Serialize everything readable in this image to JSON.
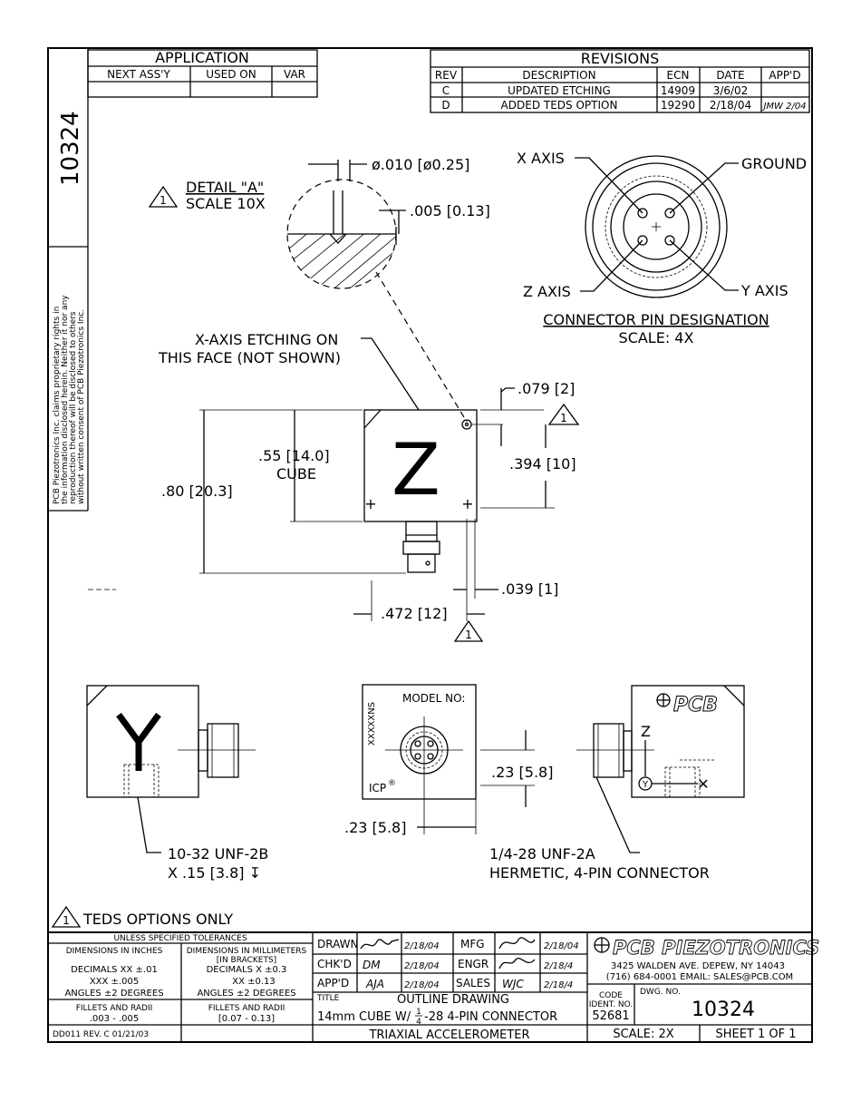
{
  "drawing_number": "10324",
  "proprietary_notice": [
    "PCB Piezotronics Inc. claims proprietary rights in",
    "the information disclosed herein. Neither it nor any",
    "reproduction thereof will be disclosed to others",
    "without written consent of PCB Piezotronics Inc."
  ],
  "application": {
    "title": "APPLICATION",
    "headers": [
      "NEXT ASS'Y",
      "USED ON",
      "VAR"
    ]
  },
  "revisions": {
    "title": "REVISIONS",
    "headers": [
      "REV",
      "DESCRIPTION",
      "ECN",
      "DATE",
      "APP'D"
    ],
    "rows": [
      {
        "rev": "C",
        "description": "UPDATED ETCHING",
        "ecn": "14909",
        "date": "3/6/02",
        "appd": ""
      },
      {
        "rev": "D",
        "description": "ADDED TEDS OPTION",
        "ecn": "19290",
        "date": "2/18/04",
        "appd": "JMW 2/04"
      }
    ]
  },
  "detail": {
    "title": "DETAIL \"A\"",
    "scale": "SCALE 10X",
    "dim_dia": "ø.010 [ø0.25]",
    "dim_depth": ".005 [0.13]",
    "flag": "1"
  },
  "connector_pins": {
    "x_axis": "X AXIS",
    "ground": "GROUND",
    "z_axis": "Z AXIS",
    "y_axis": "Y AXIS",
    "title": "CONNECTOR PIN DESIGNATION",
    "scale": "SCALE: 4X"
  },
  "main_view": {
    "etching_note_1": "X-AXIS ETCHING ON",
    "etching_note_2": "THIS FACE (NOT SHOWN)",
    "axis_letter": "Z",
    "dim_cube": ".55 [14.0]",
    "cube_label": "CUBE",
    "dim_height": ".80 [20.3]",
    "dim_hole_offset": ".079 [2]",
    "dim_394": ".394 [10]",
    "dim_039": ".039 [1]",
    "dim_472": ".472 [12]",
    "flag": "1"
  },
  "bottom_views": {
    "y_letter": "Y",
    "model_no": "MODEL NO:",
    "serial": "XXXXXNS",
    "icp": "ICP",
    "icp_mark": "®",
    "dim_23_v": ".23 [5.8]",
    "dim_23_h": ".23 [5.8]",
    "pcb_logo": "PCB",
    "z_letter": "Z",
    "y_circle": "Y",
    "thread_note_1": "10-32 UNF-2B",
    "thread_note_2": "X .15 [3.8] ↧",
    "connector_note_1": "1/4-28 UNF-2A",
    "connector_note_2": "HERMETIC, 4-PIN CONNECTOR"
  },
  "teds_note": "TEDS OPTIONS ONLY",
  "teds_flag": "1",
  "title_block": {
    "tol_title": "UNLESS SPECIFIED TOLERANCES",
    "dim_inches": "DIMENSIONS IN INCHES",
    "dim_mm_1": "DIMENSIONS IN MILLIMETERS",
    "dim_mm_2": "[IN BRACKETS]",
    "dec_in_1": "DECIMALS  XX ±.01",
    "dec_in_2": "XXX ±.005",
    "ang_in": "ANGLES ±2 DEGREES",
    "dec_mm_1": "DECIMALS  X ±0.3",
    "dec_mm_2": "XX ±0.13",
    "ang_mm": "ANGLES ±2 DEGREES",
    "fil_in_1": "FILLETS AND RADII",
    "fil_in_2": ".003 - .005",
    "fil_mm_1": "FILLETS AND RADII",
    "fil_mm_2": "[0.07 - 0.13]",
    "form_rev": "DD011 REV. C 01/21/03",
    "drawn": "DRAWN",
    "chkd": "CHK'D",
    "appd": "APP'D",
    "mfg": "MFG",
    "engr": "ENGR",
    "sales": "SALES",
    "drawn_date": "2/18/04",
    "chkd_sig": "DM",
    "chkd_date": "2/18/04",
    "appd_sig": "AJA",
    "appd_date": "2/18/04",
    "mfg_date": "2/18/04",
    "engr_date": "2/18/4",
    "sales_sig": "WJC",
    "sales_date": "2/18/4",
    "title_label": "TITLE",
    "title_1": "OUTLINE DRAWING",
    "title_2a": "14mm CUBE W/",
    "title_frac_n": "1",
    "title_frac_d": "4",
    "title_2b": "-28 4-PIN CONNECTOR",
    "title_3": "TRIAXIAL ACCELEROMETER",
    "company": "PCB PIEZOTRONICS",
    "address": "3425 WALDEN AVE. DEPEW, NY 14043",
    "phone": "(716) 684-0001  EMAIL: SALES@PCB.COM",
    "code_label_1": "CODE",
    "code_label_2": "IDENT. NO.",
    "code": "52681",
    "dwg_no_label": "DWG. NO.",
    "dwg_no": "10324",
    "scale": "SCALE:  2X",
    "sheet": "SHEET  1  OF  1"
  }
}
